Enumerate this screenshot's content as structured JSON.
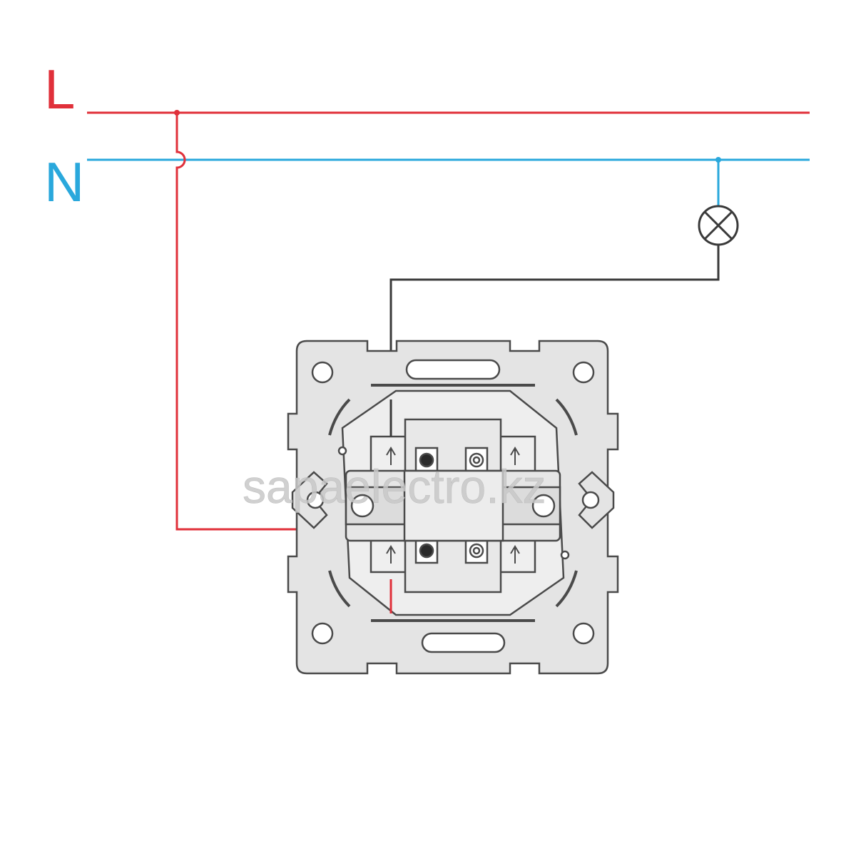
{
  "diagram": {
    "labels": {
      "line": "L",
      "neutral": "N"
    },
    "colors": {
      "line_wire": "#e0303a",
      "neutral_wire": "#2aa8dc",
      "switched_wire": "#3a3a3a",
      "device_outline": "#4a4a4a",
      "device_fill": "#e4e4e4",
      "watermark": "#c8c8c8"
    },
    "components": [
      "phase-line",
      "neutral-line",
      "lamp",
      "switch-mechanism"
    ]
  },
  "watermark": {
    "text": "sapaelectro.kz"
  }
}
